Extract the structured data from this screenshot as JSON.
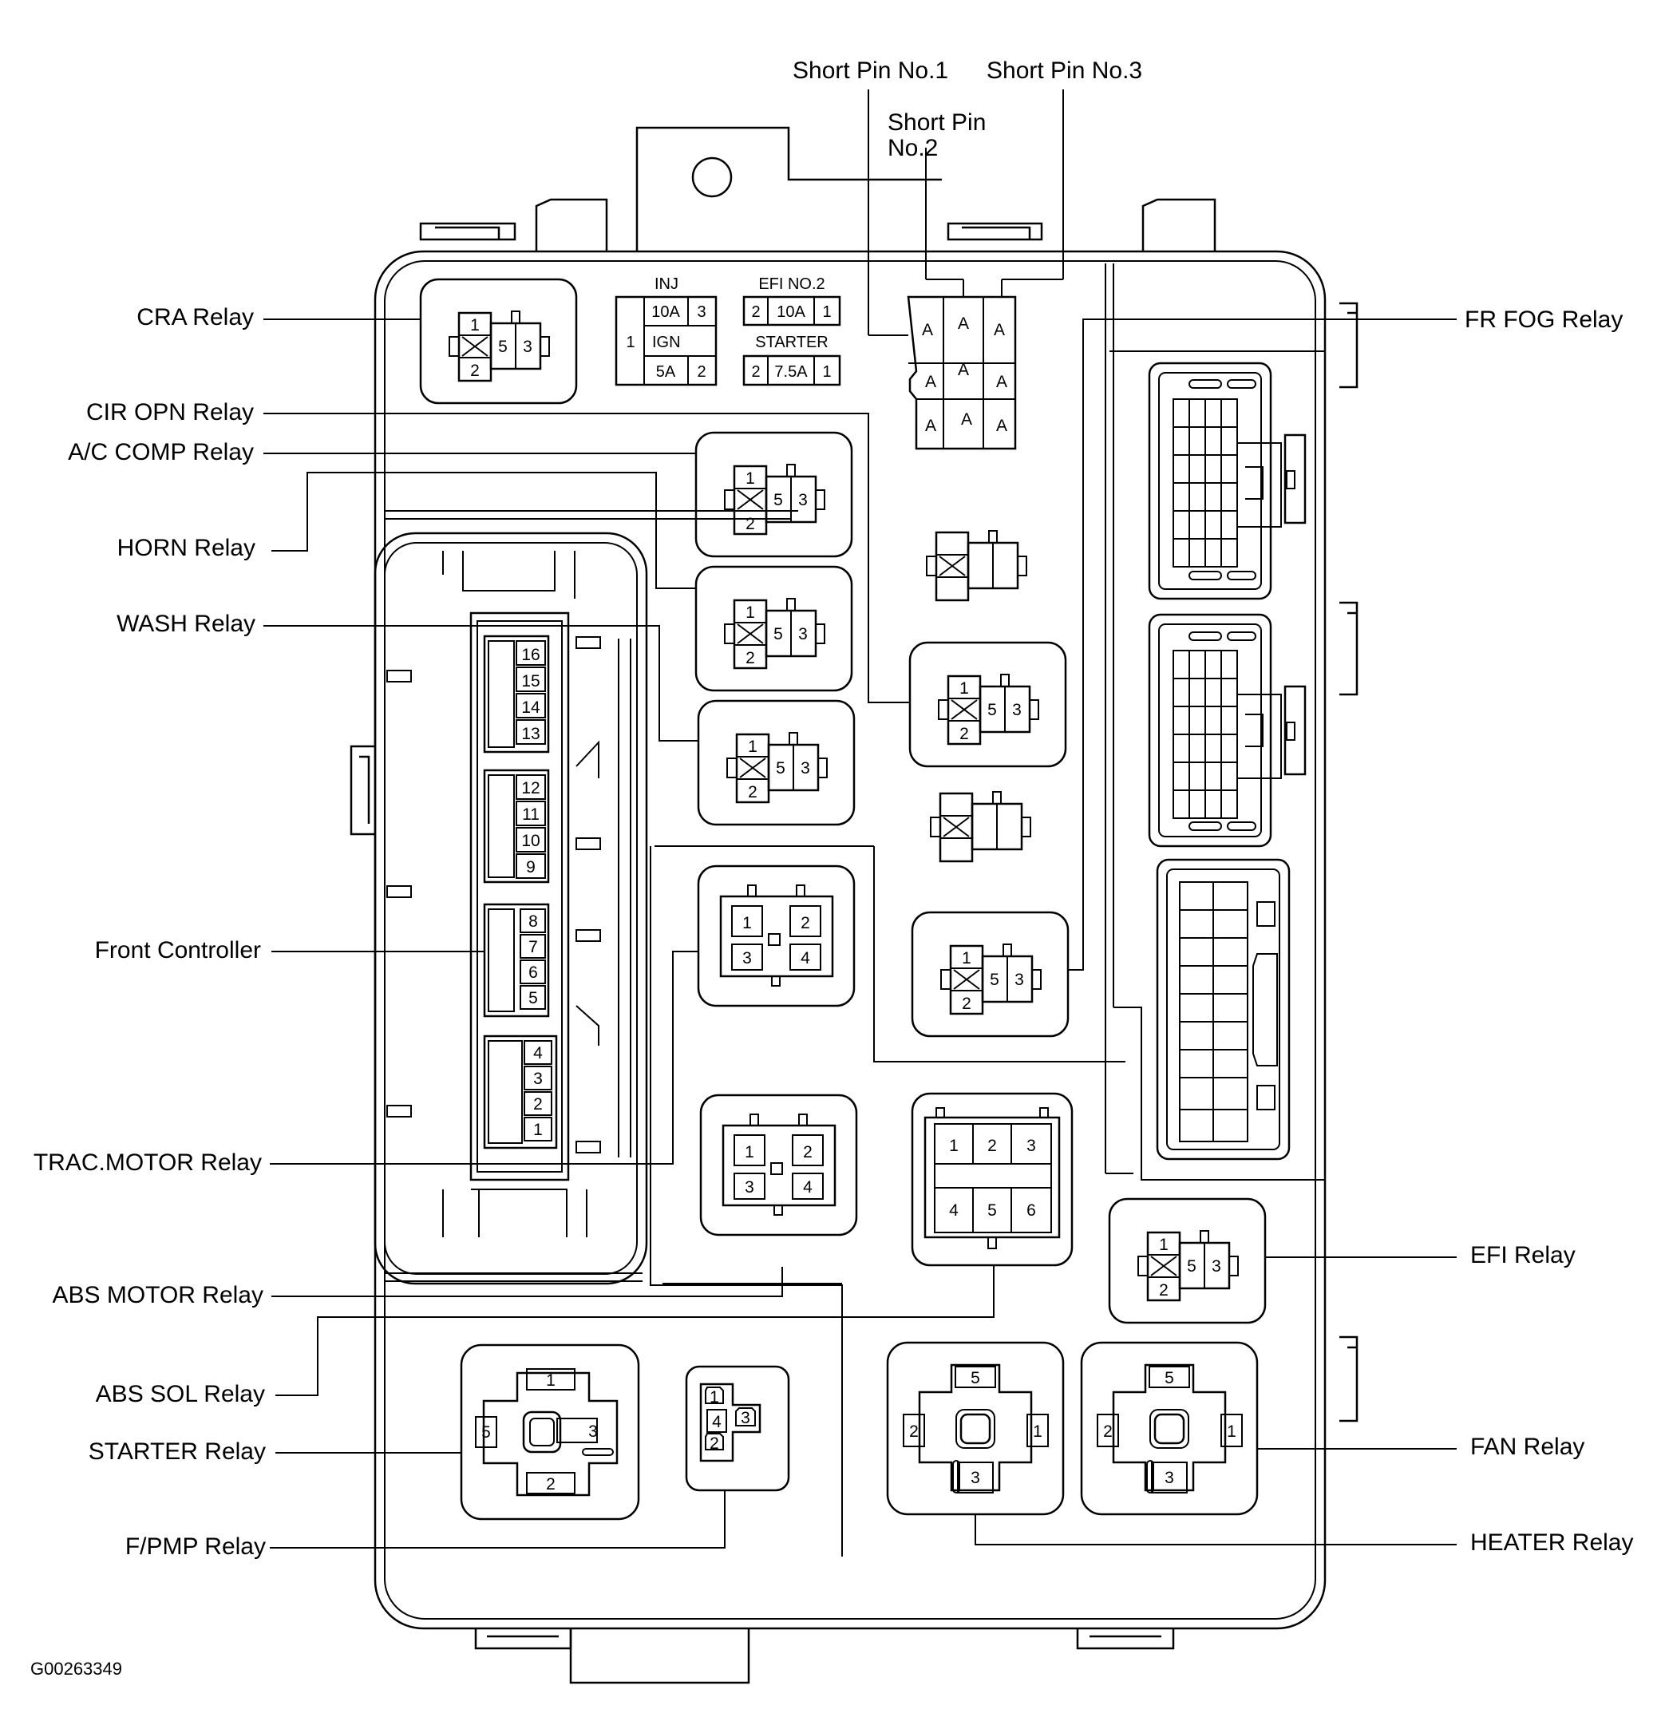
{
  "diagram": {
    "code": "G00263349",
    "labels": {
      "short_pin_1": "Short Pin No.1",
      "short_pin_2_a": "Short Pin",
      "short_pin_2_b": "No.2",
      "short_pin_3": "Short Pin No.3",
      "cra": "CRA Relay",
      "cir_opn": "CIR OPN Relay",
      "ac_comp": "A/C COMP Relay",
      "horn": "HORN Relay",
      "wash": "WASH Relay",
      "front_controller": "Front Controller",
      "trac_motor": "TRAC.MOTOR Relay",
      "abs_motor": "ABS MOTOR Relay",
      "abs_sol": "ABS SOL Relay",
      "starter": "STARTER Relay",
      "fpmp": "F/PMP Relay",
      "fr_fog": "FR FOG Relay",
      "efi": "EFI Relay",
      "fan": "FAN Relay",
      "heater": "HEATER Relay"
    },
    "fuses": {
      "inj": "INJ",
      "inj_amp": "10A",
      "inj_pin": "3",
      "ign": "IGN",
      "ign_amp": "5A",
      "ign_pin": "2",
      "shared_pin": "1",
      "efi2": "EFI NO.2",
      "efi2_amp": "10A",
      "efi2_pin_a": "2",
      "efi2_pin_b": "1",
      "starter": "STARTER",
      "starter_amp": "7.5A",
      "starter_pin_a": "2",
      "starter_pin_b": "1"
    },
    "short_pin_mark": "A",
    "pins": {
      "p1": "1",
      "p2": "2",
      "p3": "3",
      "p4": "4",
      "p5": "5",
      "p6": "6",
      "p7": "7",
      "p8": "8",
      "p9": "9",
      "p10": "10",
      "p11": "11",
      "p12": "12",
      "p13": "13",
      "p14": "14",
      "p15": "15",
      "p16": "16"
    }
  }
}
